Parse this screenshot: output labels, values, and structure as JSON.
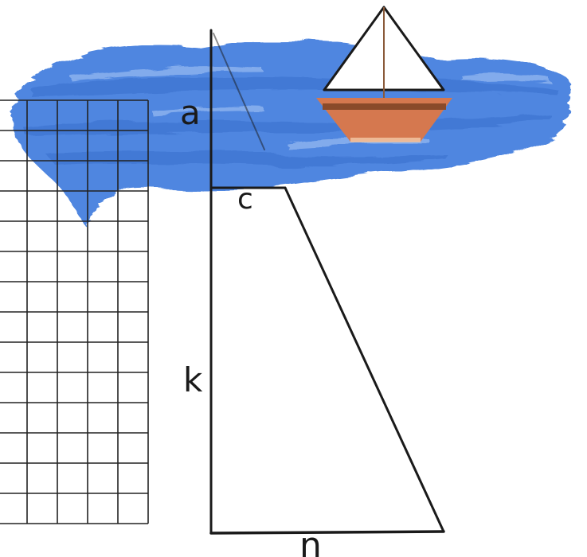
{
  "labels": {
    "a": "a",
    "c": "c",
    "k": "k",
    "n": "n"
  },
  "colors": {
    "water": "#4f86e0",
    "water_light": "#8fb4ef",
    "water_dark": "#3a6fcc",
    "hull": "#d5784f",
    "hull_stripe": "#8a4a2a",
    "mast": "#8a5a3a",
    "line": "#1a1a1a",
    "grid": "#222222"
  },
  "icons": {
    "boat": "sailboat-icon",
    "waves": "water-waves"
  },
  "grid": {
    "columns": 5,
    "rows": 14
  }
}
